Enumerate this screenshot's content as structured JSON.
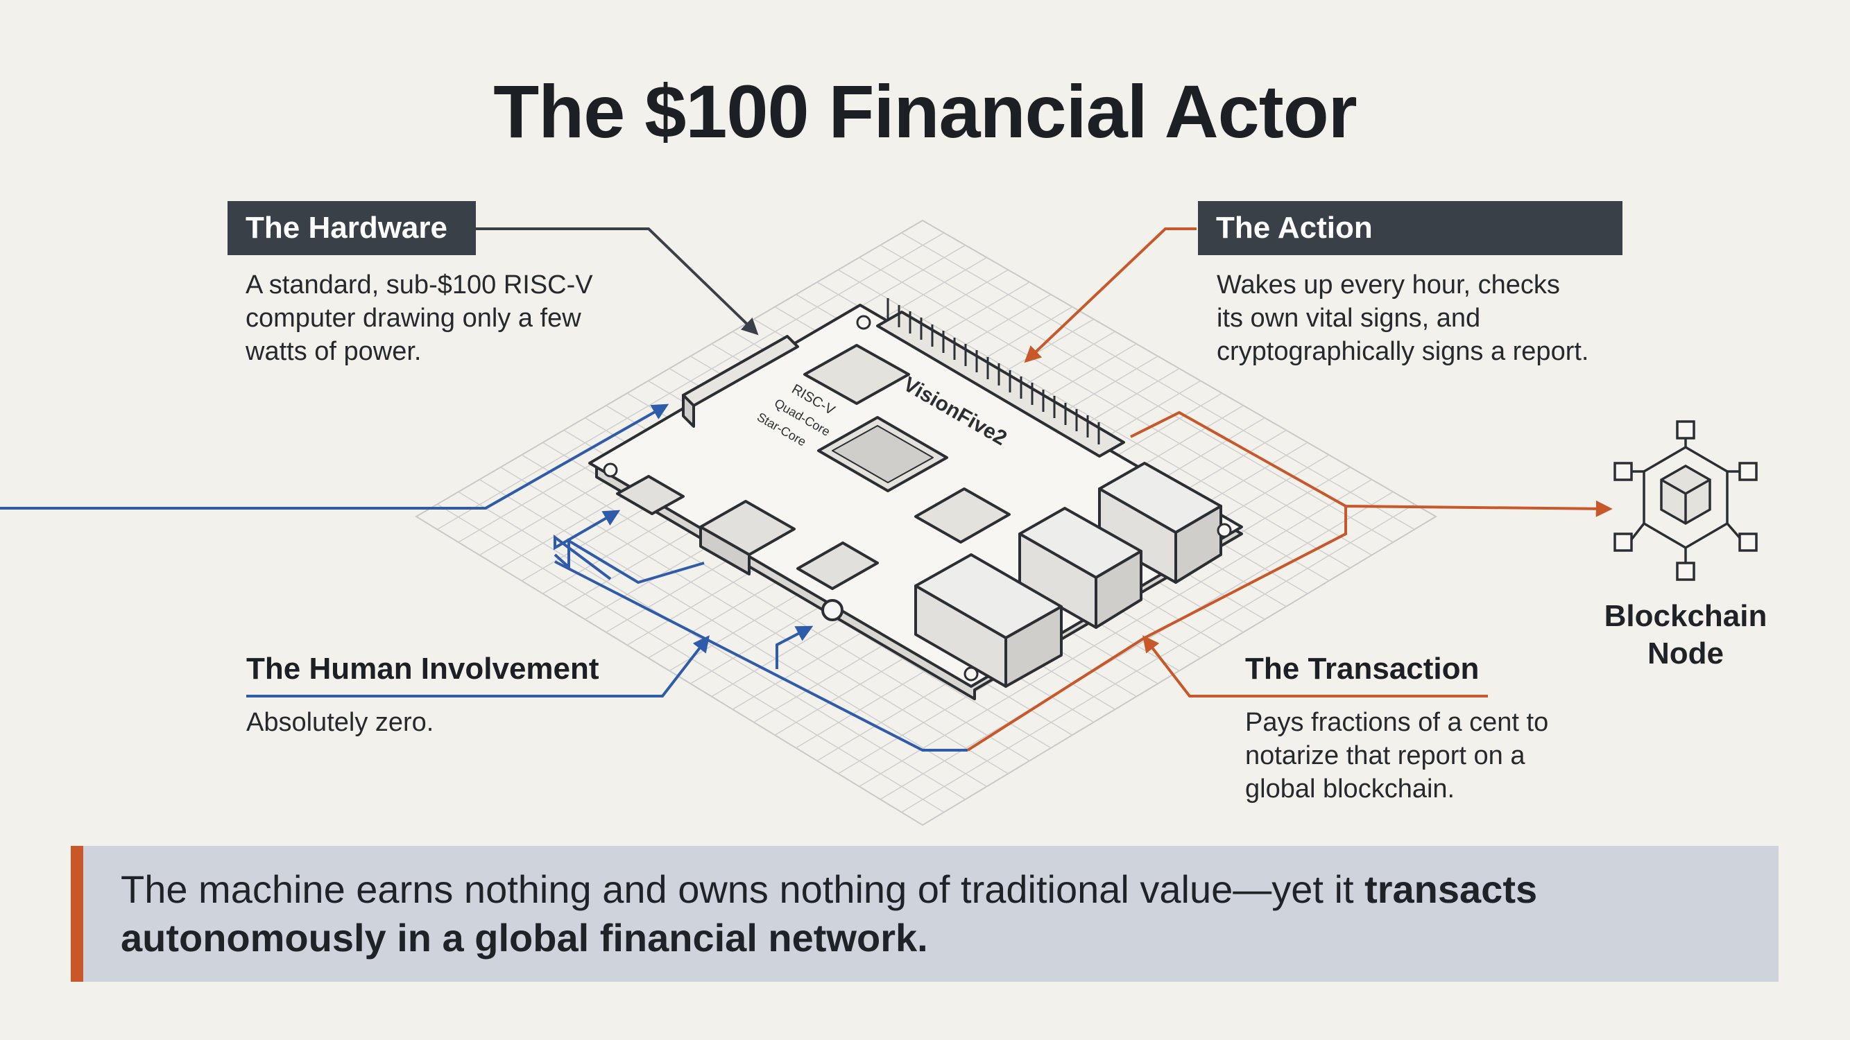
{
  "title": "The $100 Financial Actor",
  "hardware": {
    "heading": "The Hardware",
    "lines": [
      "A standard, sub-$100 RISC-V",
      "computer drawing only a few",
      "watts of power."
    ]
  },
  "action": {
    "heading": "The Action",
    "lines": [
      "Wakes up every hour, checks",
      "its own vital signs, and",
      "cryptographically signs a report."
    ]
  },
  "human": {
    "heading": "The Human Involvement",
    "text": "Absolutely zero."
  },
  "transaction": {
    "heading": "The Transaction",
    "lines": [
      "Pays fractions of a cent to",
      "notarize that report on a",
      "global blockchain."
    ]
  },
  "node": {
    "label_line1": "Blockchain",
    "label_line2": "Node"
  },
  "board": {
    "brand": "VisionFive2",
    "silk_lines": [
      "RISC-V",
      "Quad-Core",
      "Star-Core"
    ]
  },
  "banner": {
    "plain": "The machine earns nothing and owns nothing of traditional value—yet it ",
    "bold1": "transacts",
    "bold2": "autonomously in a global financial network."
  },
  "colors": {
    "blue_line": "#2f5bab",
    "orange_line": "#c8582a",
    "label_bg": "#3a4047",
    "banner_bg": "#cfd4dc",
    "accent_bar": "#c8582a"
  }
}
